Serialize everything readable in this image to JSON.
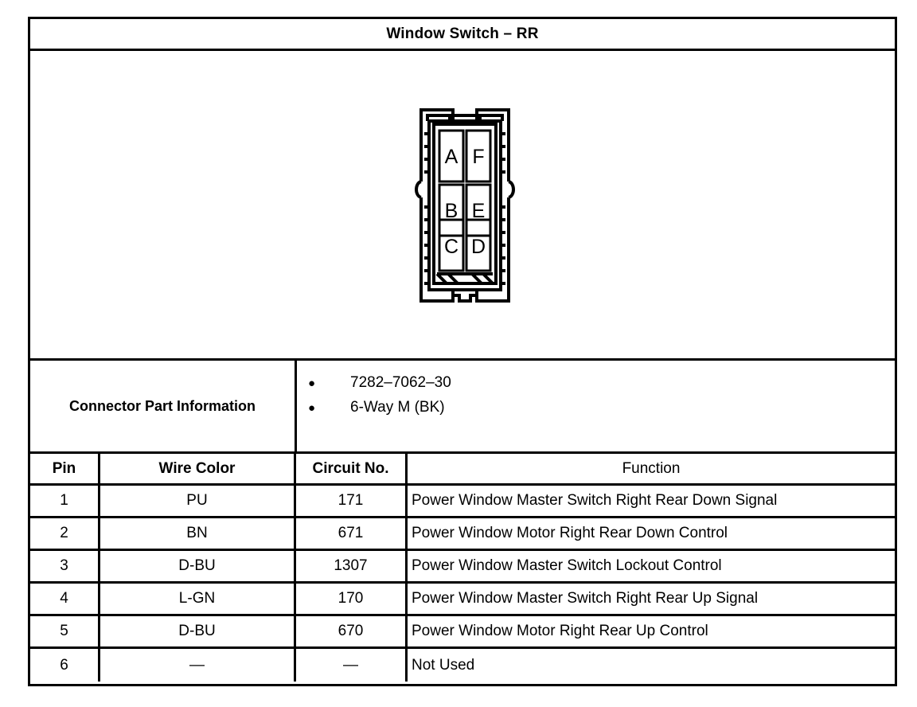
{
  "document": {
    "title": "Window Switch – RR"
  },
  "connector_diagram": {
    "type": "connector-face-view",
    "cavity_count": 6,
    "cavities": [
      {
        "id": "A",
        "col": 0,
        "row": 0
      },
      {
        "id": "F",
        "col": 1,
        "row": 0
      },
      {
        "id": "B",
        "col": 0,
        "row": 1
      },
      {
        "id": "E",
        "col": 1,
        "row": 1
      },
      {
        "id": "C",
        "col": 0,
        "row": 2
      },
      {
        "id": "D",
        "col": 1,
        "row": 2
      }
    ]
  },
  "part_information": {
    "label": "Connector Part Information",
    "bullet": "●",
    "values": [
      "7282–7062–30",
      "6-Way M (BK)"
    ]
  },
  "pin_table": {
    "headers": {
      "pin": "Pin",
      "wire_color": "Wire Color",
      "circuit_no": "Circuit No.",
      "function": "Function"
    },
    "rows": [
      {
        "pin": "1",
        "wire_color": "PU",
        "circuit_no": "171",
        "function": "Power Window Master Switch Right Rear Down Signal"
      },
      {
        "pin": "2",
        "wire_color": "BN",
        "circuit_no": "671",
        "function": "Power Window Motor Right Rear Down Control"
      },
      {
        "pin": "3",
        "wire_color": "D-BU",
        "circuit_no": "1307",
        "function": "Power Window Master Switch Lockout Control"
      },
      {
        "pin": "4",
        "wire_color": "L-GN",
        "circuit_no": "170",
        "function": "Power Window Master Switch Right Rear Up Signal"
      },
      {
        "pin": "5",
        "wire_color": "D-BU",
        "circuit_no": "670",
        "function": "Power Window Motor Right Rear Up Control"
      },
      {
        "pin": "6",
        "wire_color": "—",
        "circuit_no": "—",
        "function": "Not Used"
      }
    ]
  },
  "colors": {
    "ink": "#000000",
    "paper": "#ffffff"
  }
}
